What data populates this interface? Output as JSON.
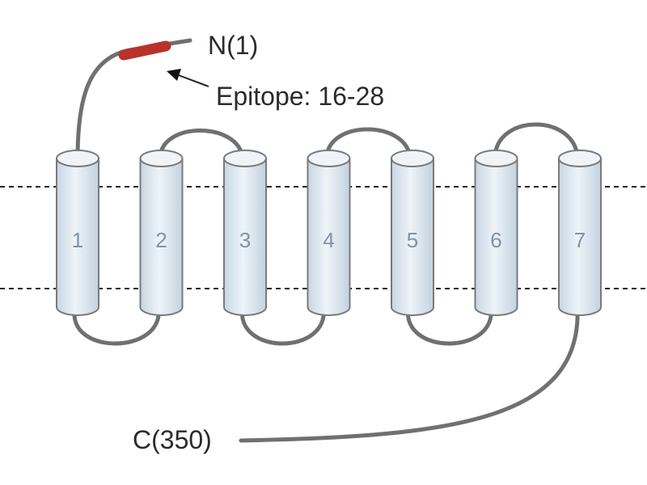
{
  "diagram": {
    "n_terminus_label": "N(1)",
    "c_terminus_label": "C(350)",
    "epitope_label": "Epitope: 16-28",
    "helices": [
      {
        "label": "1"
      },
      {
        "label": "2"
      },
      {
        "label": "3"
      },
      {
        "label": "4"
      },
      {
        "label": "5"
      },
      {
        "label": "6"
      },
      {
        "label": "7"
      }
    ]
  },
  "colors": {
    "helix_fill": "#dfe9f1",
    "helix_stroke": "#7a7a7a",
    "chain": "#707070",
    "epitope": "#b8332a",
    "membrane_line": "#222222",
    "helix_label": "#7f93a6"
  }
}
